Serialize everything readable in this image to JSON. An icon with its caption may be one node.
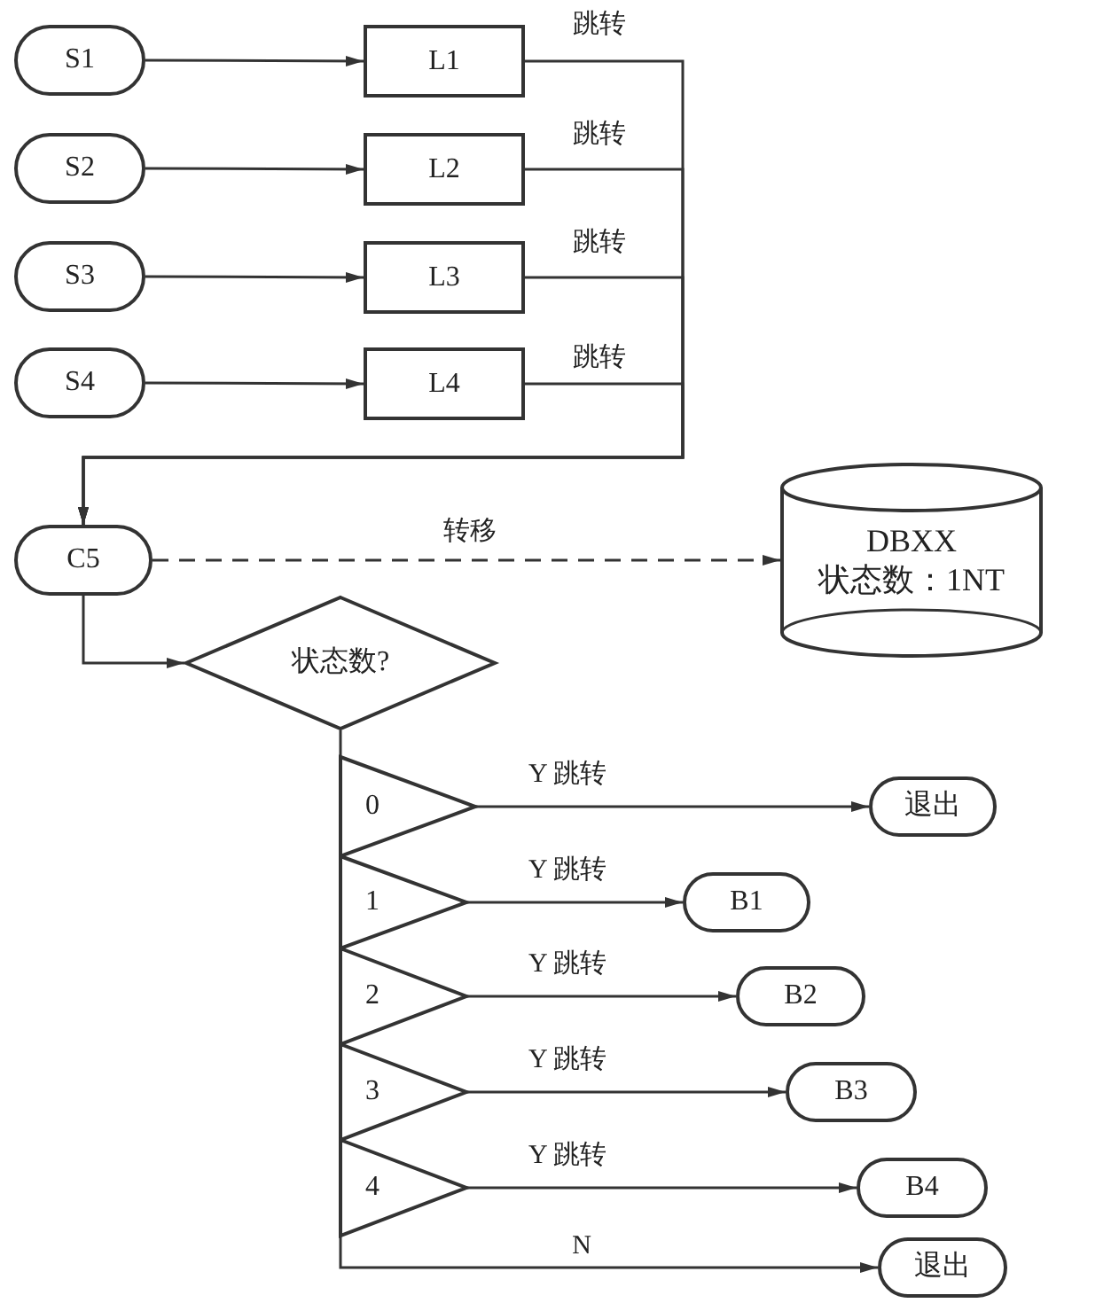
{
  "diagram": {
    "nodes": [
      {
        "text": [
          "S1"
        ]
      },
      {
        "text": [
          "S2"
        ]
      },
      {
        "text": [
          "S3"
        ]
      },
      {
        "text": [
          "S4"
        ]
      },
      {
        "text": [
          "L1"
        ]
      },
      {
        "text": [
          "L2"
        ]
      },
      {
        "text": [
          "L3"
        ]
      },
      {
        "text": [
          "L4"
        ]
      },
      {
        "text": [
          "C5"
        ]
      },
      {
        "text": [
          "DBXX",
          "状态数：1NT"
        ]
      },
      {
        "text": [
          "状态数?"
        ]
      },
      {
        "text": [
          "0"
        ]
      },
      {
        "text": [
          "1"
        ]
      },
      {
        "text": [
          "2"
        ]
      },
      {
        "text": [
          "3"
        ]
      },
      {
        "text": [
          "4"
        ]
      },
      {
        "text": [
          "退出"
        ]
      },
      {
        "text": [
          "B1"
        ]
      },
      {
        "text": [
          "B2"
        ]
      },
      {
        "text": [
          "B3"
        ]
      },
      {
        "text": [
          "B4"
        ]
      },
      {
        "text": [
          "退出"
        ]
      }
    ],
    "edges": [
      {
        "from": 0,
        "to": 4,
        "arrow": "to"
      },
      {
        "from": 1,
        "to": 5,
        "arrow": "to"
      },
      {
        "from": 2,
        "to": 6,
        "arrow": "to"
      },
      {
        "from": 3,
        "to": 7,
        "arrow": "to"
      },
      {
        "from": 4,
        "to": 8,
        "arrow": "to",
        "label": "跳转"
      },
      {
        "from": 5,
        "to": 8,
        "arrow": "to",
        "label": "跳转"
      },
      {
        "from": 6,
        "to": 8,
        "arrow": "to",
        "label": "跳转"
      },
      {
        "from": 7,
        "to": 8,
        "arrow": "to",
        "label": "跳转"
      },
      {
        "from": 8,
        "to": 9,
        "arrow": "to",
        "label": "转移",
        "style": "dashed"
      },
      {
        "from": 8,
        "to": 10,
        "arrow": "to"
      },
      {
        "from": 11,
        "to": 16,
        "arrow": "to",
        "label": "Y 跳转"
      },
      {
        "from": 12,
        "to": 17,
        "arrow": "to",
        "label": "Y 跳转"
      },
      {
        "from": 13,
        "to": 18,
        "arrow": "to",
        "label": "Y 跳转"
      },
      {
        "from": 14,
        "to": 19,
        "arrow": "to",
        "label": "Y 跳转"
      },
      {
        "from": 15,
        "to": 20,
        "arrow": "to",
        "label": "Y 跳转"
      },
      {
        "from": 10,
        "to": 21,
        "arrow": "to",
        "label": "N"
      }
    ]
  }
}
